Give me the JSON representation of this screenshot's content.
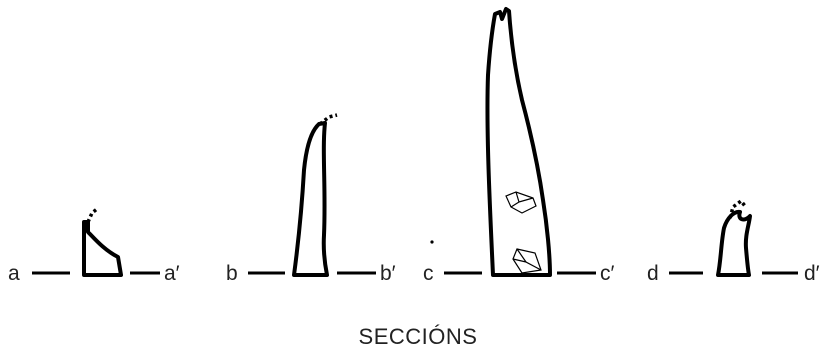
{
  "sections": [
    {
      "id": "a",
      "start_label": "a",
      "end_label": "a′"
    },
    {
      "id": "b",
      "start_label": "b",
      "end_label": "b′"
    },
    {
      "id": "c",
      "start_label": "c",
      "end_label": "c′"
    },
    {
      "id": "d",
      "start_label": "d",
      "end_label": "d′"
    }
  ],
  "caption": "SECCIÓNS"
}
